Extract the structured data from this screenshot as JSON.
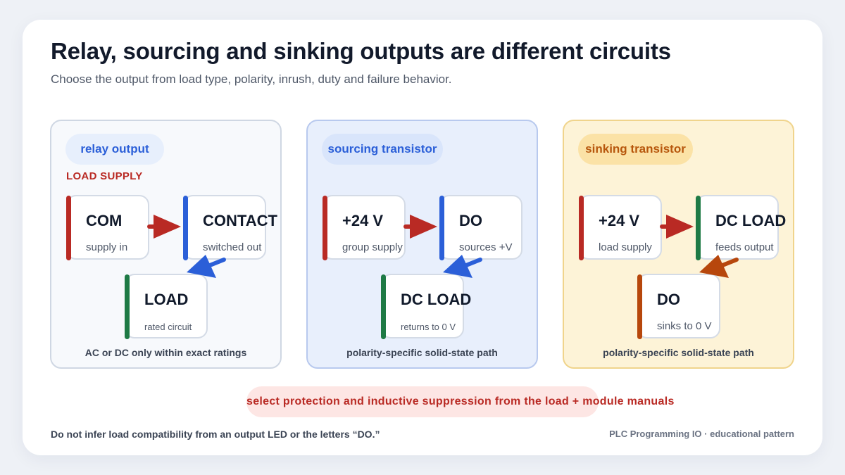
{
  "title": "Relay, sourcing and sinking outputs are different circuits",
  "subtitle": "Choose the output from load type, polarity, inrush, duty and failure behavior.",
  "colors": {
    "red": "#b92a24",
    "blue": "#2b5fd8",
    "green": "#1e7a45",
    "orange": "#b7470c"
  },
  "panels": [
    {
      "label": "relay output",
      "supply_label": "LOAD SUPPLY",
      "nodes": [
        {
          "main": "COM",
          "sub": "supply in"
        },
        {
          "main": "CONTACT",
          "sub": "switched out"
        },
        {
          "main": "LOAD",
          "sub": "rated circuit"
        }
      ],
      "caption": "AC or DC only within exact ratings"
    },
    {
      "label": "sourcing transistor",
      "nodes": [
        {
          "main": "+24 V",
          "sub": "group supply"
        },
        {
          "main": "DO",
          "sub": "sources +V"
        },
        {
          "main": "DC LOAD",
          "sub": "returns to 0 V"
        }
      ],
      "caption": "polarity-specific solid-state path"
    },
    {
      "label": "sinking transistor",
      "nodes": [
        {
          "main": "+24 V",
          "sub": "load supply"
        },
        {
          "main": "DC LOAD",
          "sub": "feeds output"
        },
        {
          "main": "DO",
          "sub": "sinks to 0 V"
        }
      ],
      "caption": "polarity-specific solid-state path"
    }
  ],
  "banner": "select protection and inductive suppression from the load + module manuals",
  "footer": {
    "left": "Do not infer load compatibility from an output LED or the letters “DO.”",
    "right": "PLC Programming IO · educational pattern"
  }
}
